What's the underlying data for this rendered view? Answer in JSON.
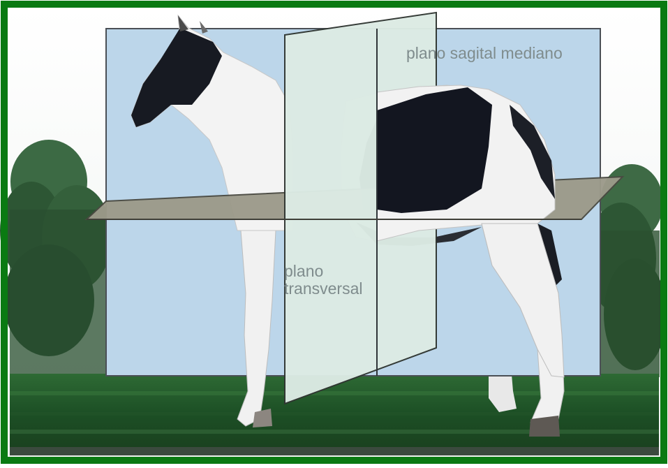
{
  "labels": {
    "sagittal": "plano sagital mediano",
    "transverse_line1": "plano",
    "transverse_line2": "transversal"
  },
  "colors": {
    "frame": "#0a7a12",
    "sagittal_plane": "#bcd6ea",
    "transverse_plane": "#dcebe4",
    "dorsal_plane": "#9c9a8a",
    "coat_white": "#f4f4f4",
    "coat_black": "#151820",
    "grass": "#1e5426",
    "trees": "#2f5a34",
    "label_text": "#7f8c8d"
  },
  "icons": [
    "horse-illustration",
    "trees-background",
    "grass-ground"
  ]
}
